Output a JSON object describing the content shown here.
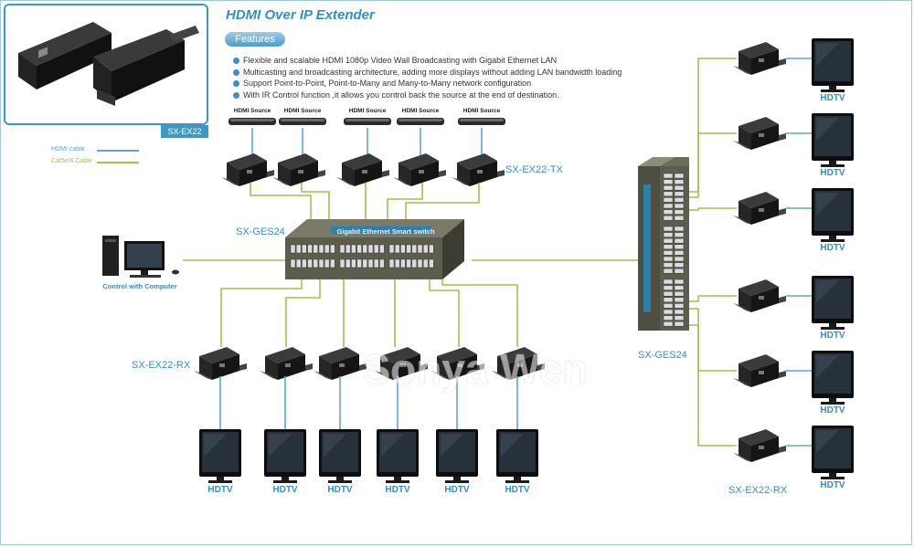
{
  "header": {
    "title": "HDMI Over IP Extender",
    "features_label": "Features",
    "features": [
      "Flexible and scalable HDMI 1080p Video Wall Broadcasting with Gigabit Ethernet LAN",
      "Multicasting and broadcasting architecture, adding more displays without adding LAN bandwidth loading",
      "Support Point-to-Point, Point-to-Many and Many-to-Many network configuration",
      "With IR Control function ,it allows you control back the source at the end of destination."
    ]
  },
  "product": {
    "model_tag": "SX-EX22"
  },
  "legend": {
    "hdmi": {
      "label": "HDMI cable",
      "color": "#5aa7d6"
    },
    "cat": {
      "label": "Cat5e/6 Cable",
      "color": "#9cc34a"
    }
  },
  "sources": {
    "label": "HDMI Source",
    "count": 5
  },
  "labels": {
    "tx": "SX-EX22-TX",
    "rx_left": "SX-EX22-RX",
    "rx_right": "SX-EX22-RX",
    "switch_left": "SX-GES24",
    "switch_right": "SX-GES24",
    "switch_name": "Gigabit Ethernet Smart switch",
    "computer": "Control with Computer",
    "hdtv": "HDTV",
    "watermark": "Sonya Wen"
  },
  "colors": {
    "blue": "#2f8fc6",
    "green": "#9cc34a",
    "hdmi_line": "#5aa7d6",
    "device": "#151515",
    "switch_body": "#5d5d4e"
  }
}
